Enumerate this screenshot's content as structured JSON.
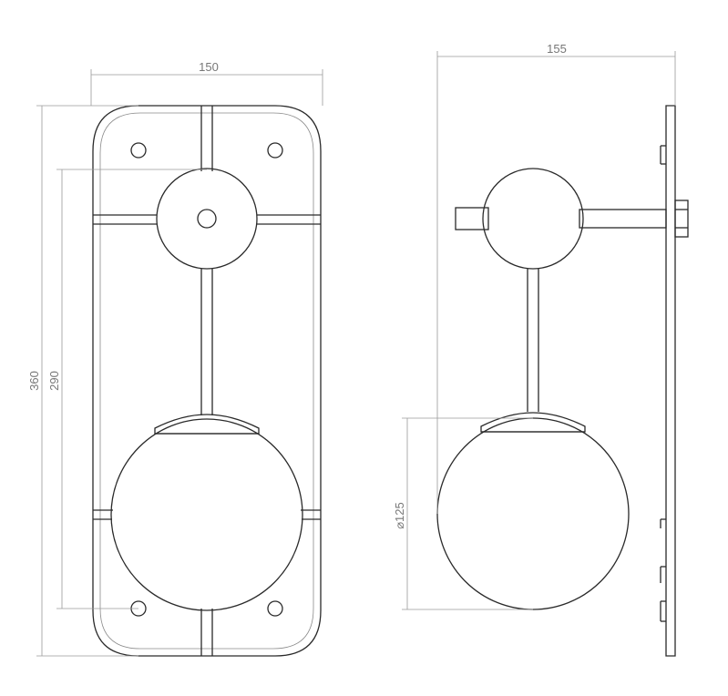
{
  "dimensions": {
    "front_width": "150",
    "side_depth": "155",
    "total_height": "360",
    "center_height": "290",
    "globe_diameter": "⌀125"
  },
  "colors": {
    "line": "#2a2a2a",
    "dimension": "#9a9a9a",
    "label": "#777777",
    "background": "#ffffff"
  }
}
